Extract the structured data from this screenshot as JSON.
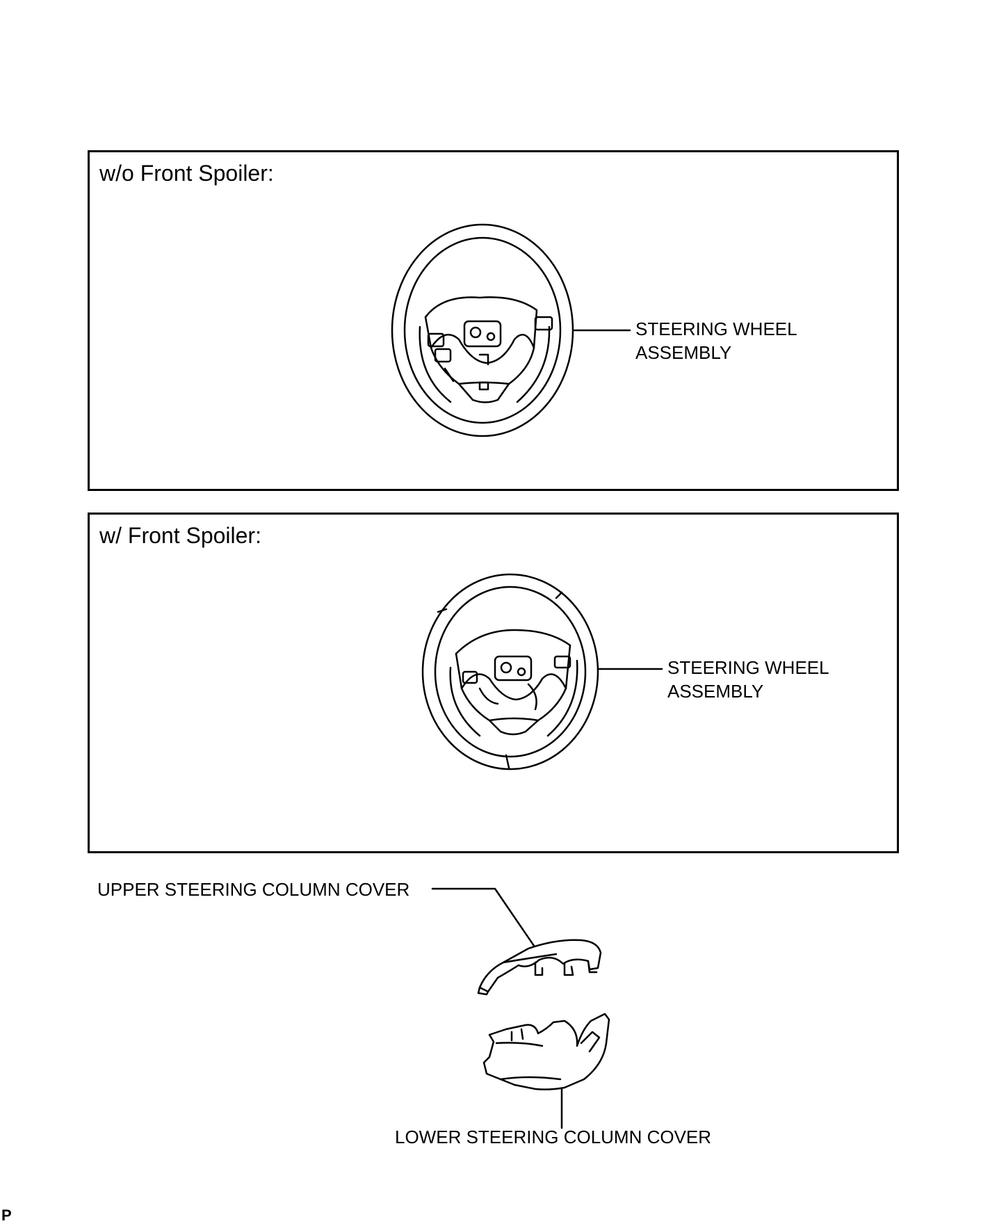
{
  "panels": [
    {
      "title": "w/o Front Spoiler:",
      "callout": [
        "STEERING WHEEL",
        "ASSEMBLY"
      ]
    },
    {
      "title": "w/ Front Spoiler:",
      "callout": [
        "STEERING WHEEL",
        "ASSEMBLY"
      ]
    }
  ],
  "parts": {
    "upper_cover": "UPPER STEERING COLUMN COVER",
    "lower_cover": "LOWER STEERING COLUMN COVER"
  },
  "footer": {
    "mark": "P"
  }
}
